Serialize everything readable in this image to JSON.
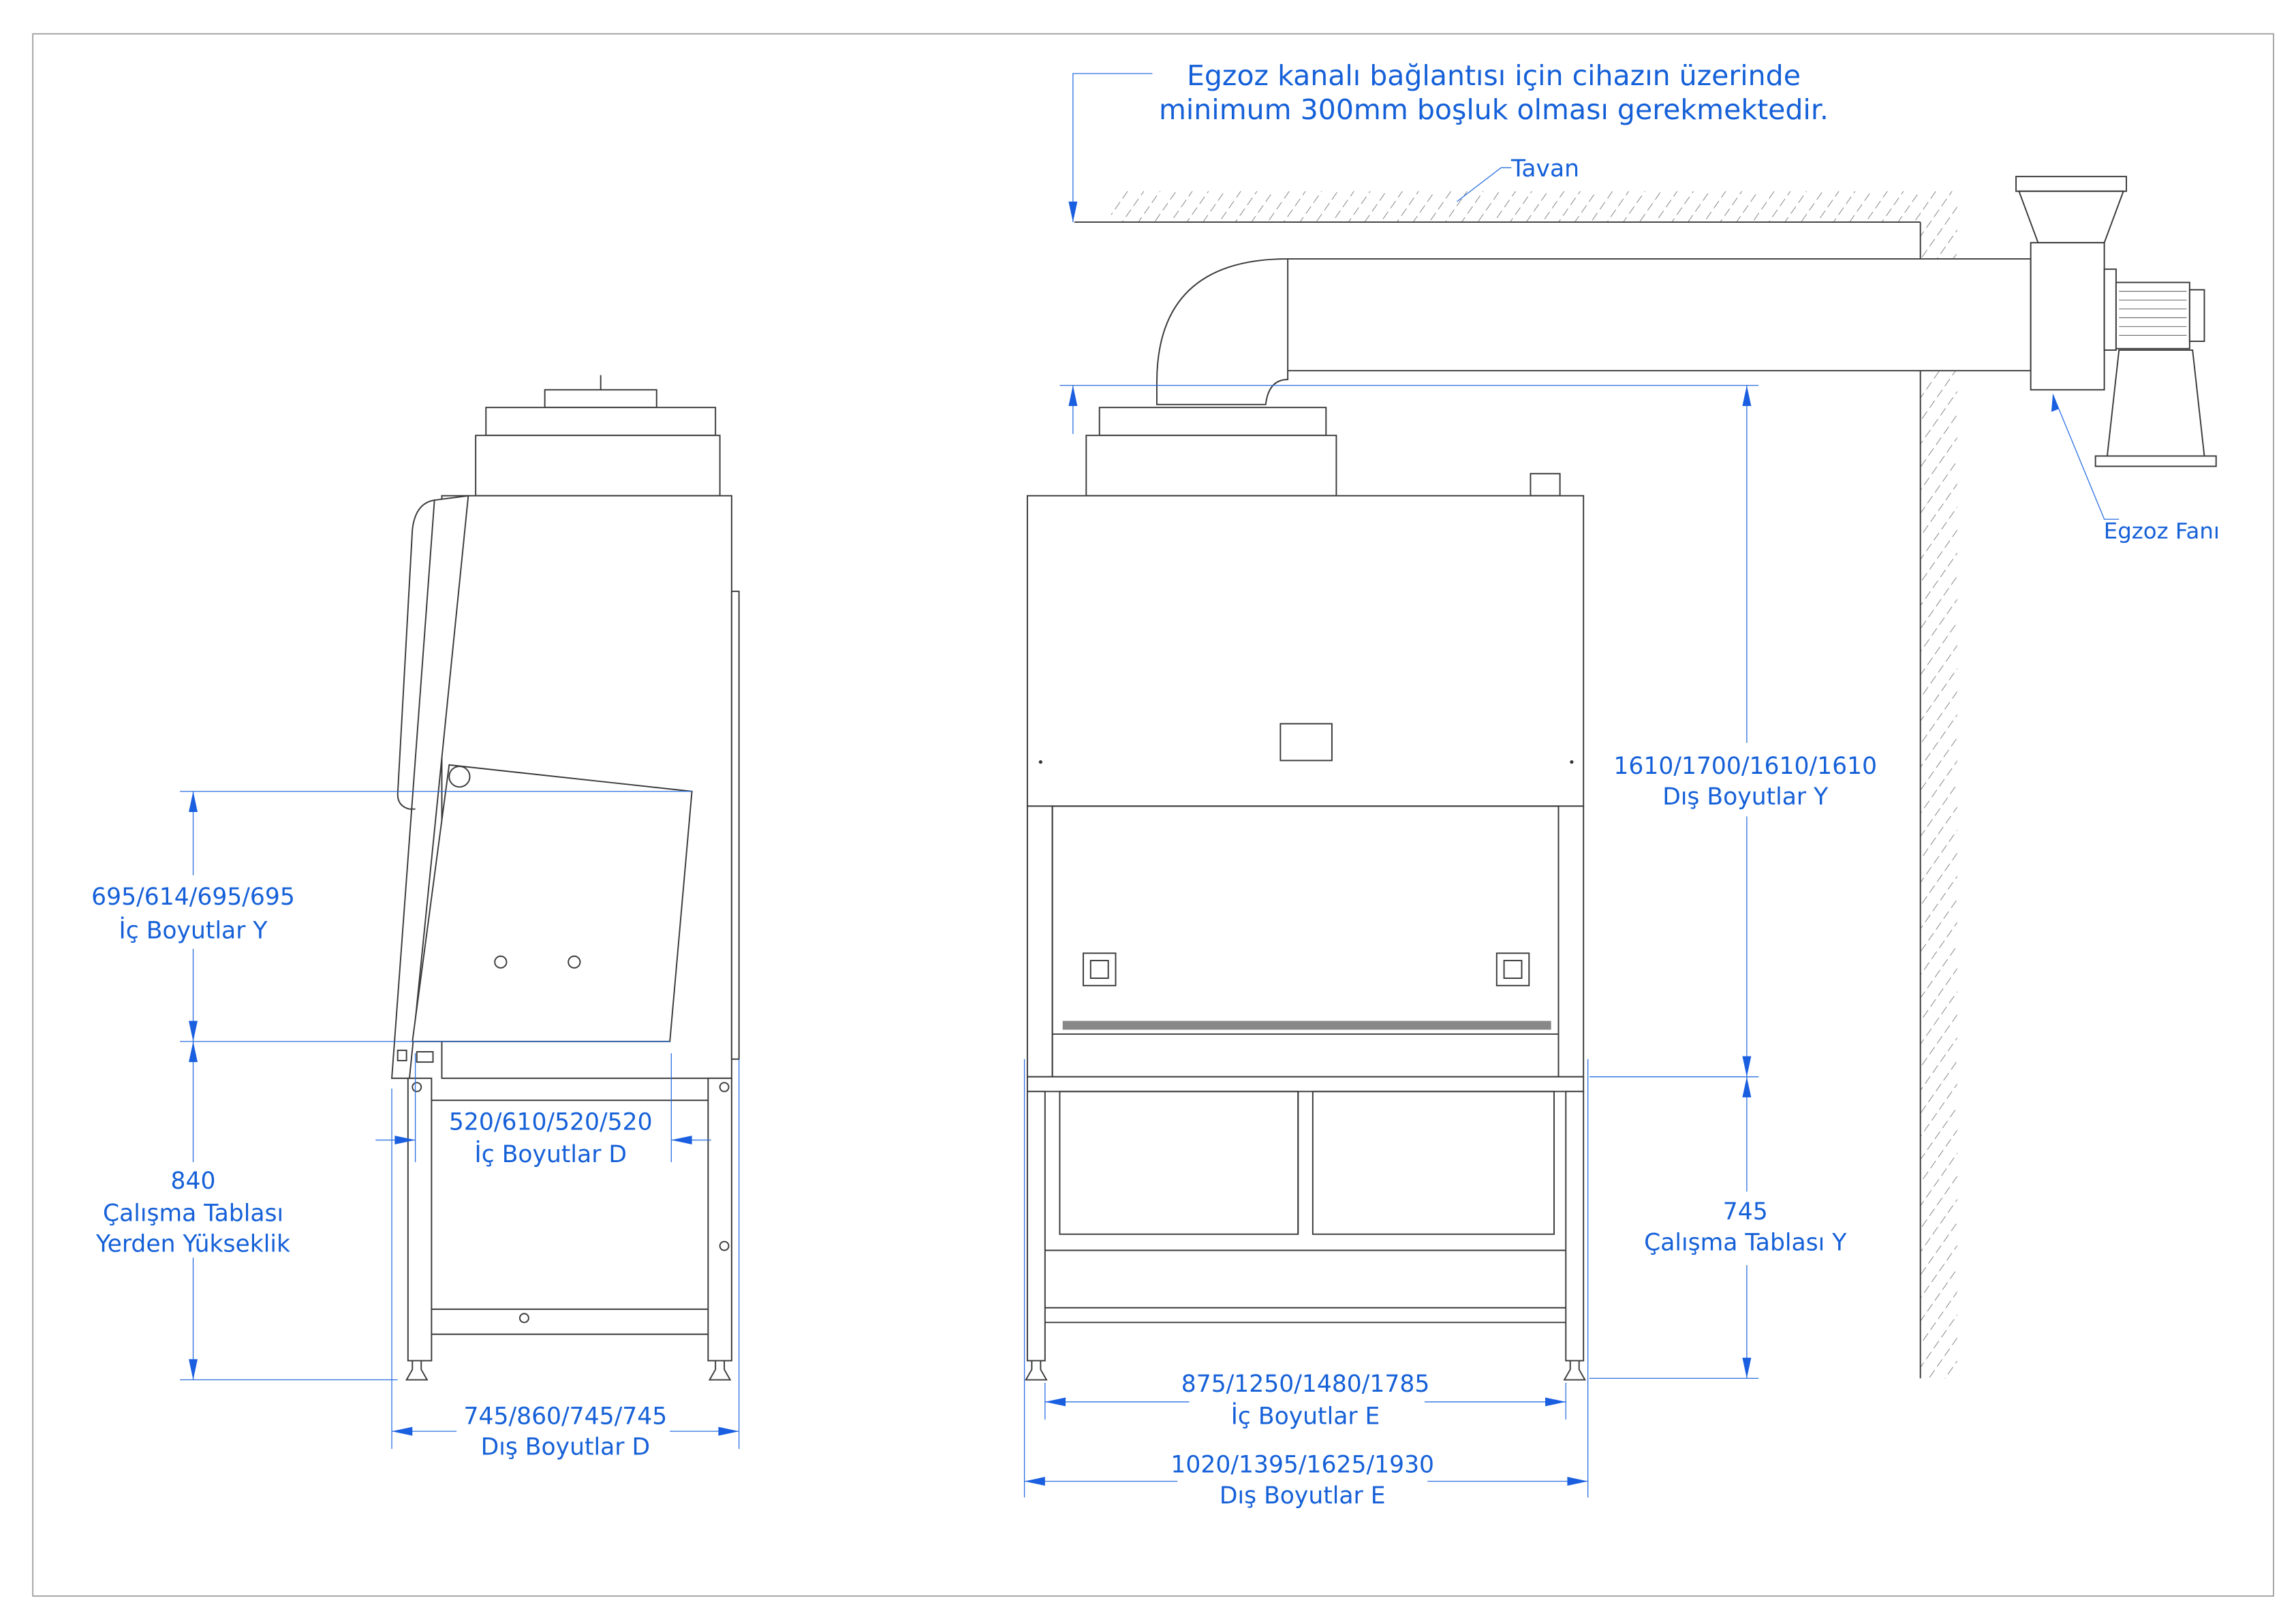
{
  "note": {
    "line1": "Egzoz kanalı bağlantısı için cihazın üzerinde",
    "line2": "minimum 300mm boşluk olması gerekmektedir."
  },
  "labels": {
    "ceiling": "Tavan",
    "exhaust_fan": "Egzoz Fanı"
  },
  "side_view": {
    "inner_y_value": "695/614/695/695",
    "inner_y_label": "İç Boyutlar Y",
    "work_height_value": "840",
    "work_height_label1": "Çalışma Tablası",
    "work_height_label2": "Yerden Yükseklik",
    "inner_d_value": "520/610/520/520",
    "inner_d_label": "İç Boyutlar D",
    "outer_d_value": "745/860/745/745",
    "outer_d_label": "Dış Boyutlar D"
  },
  "front_view": {
    "outer_y_value": "1610/1700/1610/1610",
    "outer_y_label": "Dış Boyutlar Y",
    "table_y_value": "745",
    "table_y_label": "Çalışma Tablası Y",
    "inner_e_value": "875/1250/1480/1785",
    "inner_e_label": "İç Boyutlar E",
    "outer_e_value": "1020/1395/1625/1930",
    "outer_e_label": "Dış Boyutlar E"
  },
  "colors": {
    "annotation": "#1560d8",
    "lines": "#3a3a3a"
  }
}
